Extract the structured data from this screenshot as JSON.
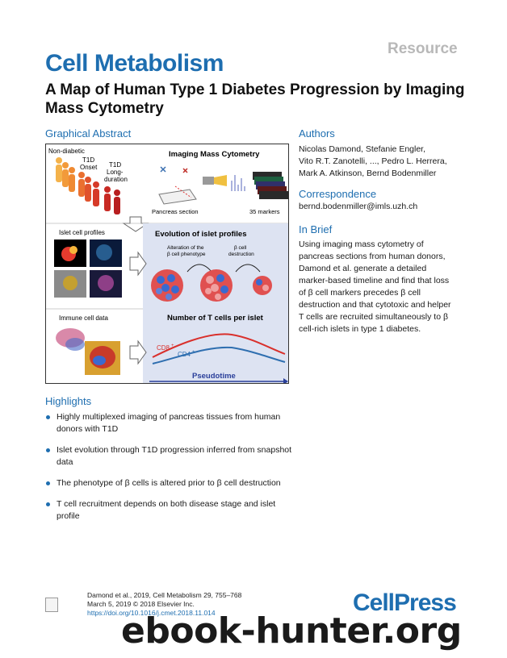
{
  "header": {
    "category": "Resource",
    "journal": "Cell Metabolism",
    "title": "A Map of Human Type 1 Diabetes Progression by Imaging Mass Cytometry"
  },
  "graphical_abstract": {
    "heading": "Graphical Abstract",
    "labels": {
      "non_diabetic": "Non-diabetic",
      "t1d": "T1D",
      "onset": "Onset",
      "t1d_long": "T1D",
      "long": "Long-",
      "duration": "duration",
      "imc": "Imaging Mass Cytometry",
      "pancreas_section": "Pancreas section",
      "markers": "35 markers",
      "islet_cell_profiles": "Islet cell profiles",
      "evolution": "Evolution of islet profiles",
      "alteration1": "Alteration of the",
      "alteration2": "β cell phenotype",
      "beta1": "β cell",
      "beta2": "destruction",
      "immune_cell_data": "Immune cell data",
      "t_cells": "Number of T cells per islet",
      "cd8": "CD8",
      "cd4": "CD4",
      "plus": "+",
      "pseudotime": "Pseudotime"
    },
    "colors": {
      "cd8": "#d9302c",
      "cd4": "#2f6fb0",
      "panel": "#dde3f2",
      "pseudotime": "#2a3f9a"
    }
  },
  "authors": {
    "heading": "Authors",
    "lines": [
      "Nicolas Damond, Stefanie Engler,",
      "Vito R.T. Zanotelli, ..., Pedro L. Herrera,",
      "Mark A. Atkinson, Bernd Bodenmiller"
    ]
  },
  "correspondence": {
    "heading": "Correspondence",
    "email": "bernd.bodenmiller@imls.uzh.ch"
  },
  "in_brief": {
    "heading": "In Brief",
    "lines": [
      "Using imaging mass cytometry of",
      "pancreas sections from human donors,",
      "Damond et al. generate a detailed",
      "marker-based timeline and find that loss",
      "of β cell markers precedes β cell",
      "destruction and that cytotoxic and helper",
      "T cells are recruited simultaneously to β",
      "cell-rich islets in type 1 diabetes."
    ]
  },
  "highlights": {
    "heading": "Highlights",
    "items": [
      "Highly multiplexed imaging of pancreas tissues from human donors with T1D",
      "Islet evolution through T1D progression inferred from snapshot data",
      "The phenotype of β cells is altered prior to β cell destruction",
      "T cell recruitment depends on both disease stage and islet profile"
    ]
  },
  "citation": {
    "line1": "Damond et al., 2019, Cell Metabolism 29, 755–768",
    "line2": "March 5, 2019 © 2018 Elsevier Inc.",
    "doi": "https://doi.org/10.1016/j.cmet.2018.11.014"
  },
  "publisher": {
    "logo": "CellPress"
  },
  "watermark": {
    "text": "ebook-hunter.org"
  },
  "icons": {
    "badge": "check-for-updates-icon"
  },
  "colors": {
    "brand": "#1e6eb0",
    "resource": "#b8b8b8"
  }
}
